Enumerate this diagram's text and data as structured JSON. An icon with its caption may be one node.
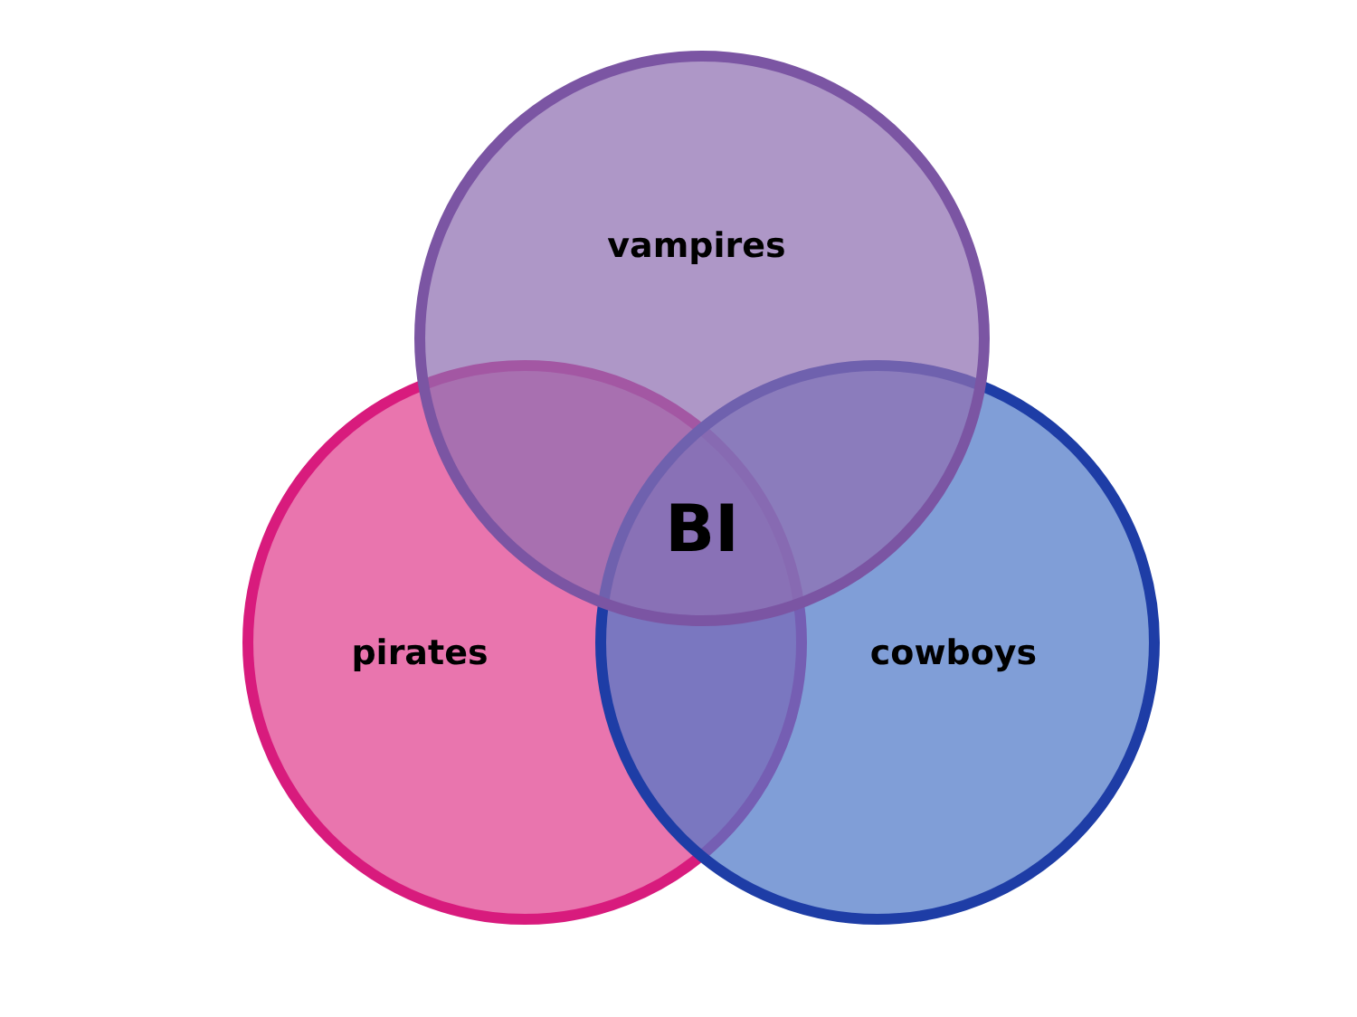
{
  "diagram": {
    "nodes": [
      {
        "text": [
          "vampires"
        ]
      },
      {
        "text": [
          "pirates"
        ]
      },
      {
        "text": [
          "cowboys"
        ]
      }
    ],
    "labels": [
      "BI"
    ]
  }
}
